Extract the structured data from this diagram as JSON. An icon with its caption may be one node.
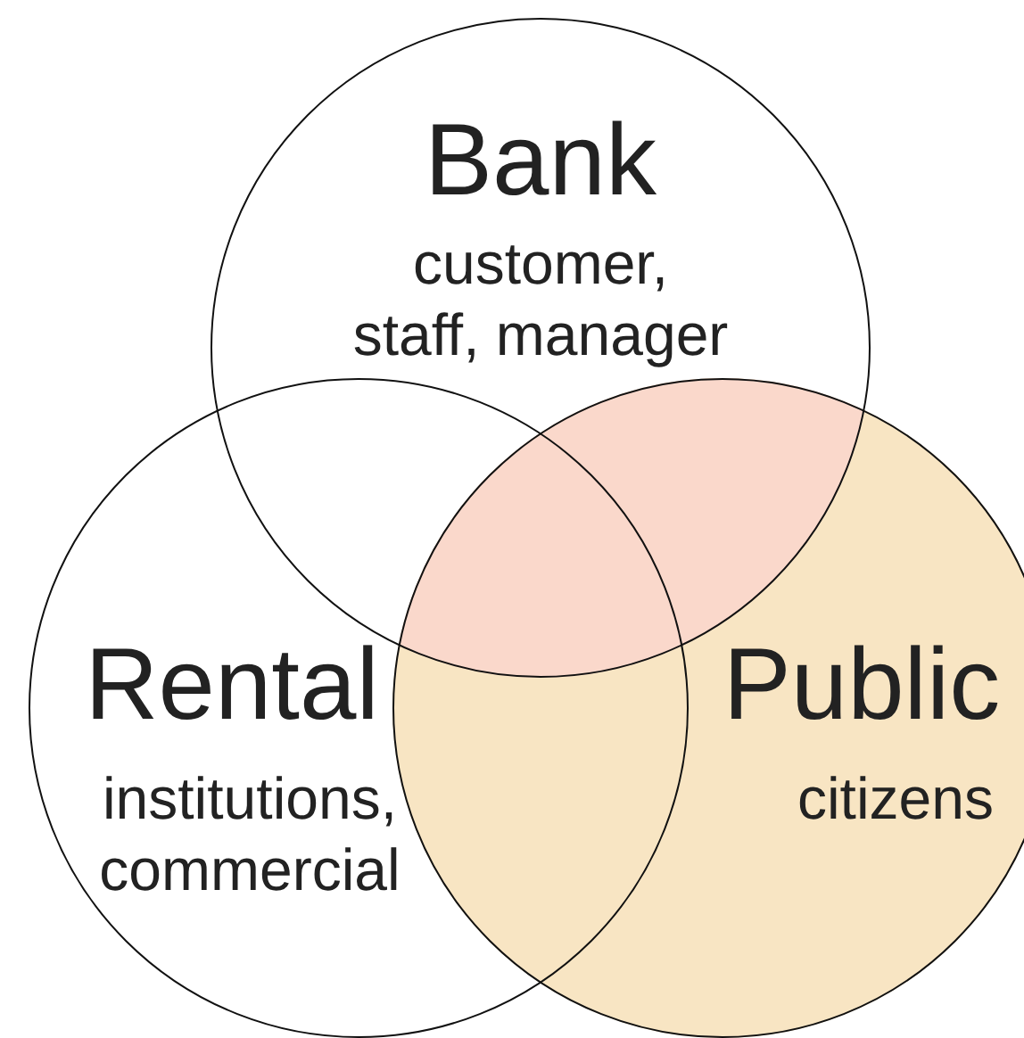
{
  "diagram": {
    "nodes": [
      {
        "text": [
          "Bank",
          "customer, staff, manager"
        ]
      },
      {
        "text": [
          "Rental",
          "institutions, commercial"
        ]
      },
      {
        "text": [
          "Public",
          "citizens"
        ]
      }
    ]
  }
}
